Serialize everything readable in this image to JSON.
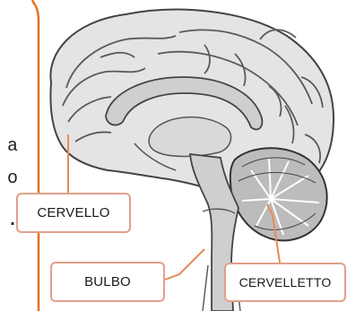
{
  "text_fragments": [
    "a",
    "o",
    "."
  ],
  "labels": {
    "cervello": "CERVELLO",
    "bulbo": "BULBO",
    "cervelletto": "CERVELLETTO"
  },
  "colors": {
    "page_border": "#e8701e",
    "label_border": "#e0a08a",
    "leader_line": "#e88a5a",
    "brain_fill": "#e4e4e4",
    "brain_outline": "#444444"
  }
}
